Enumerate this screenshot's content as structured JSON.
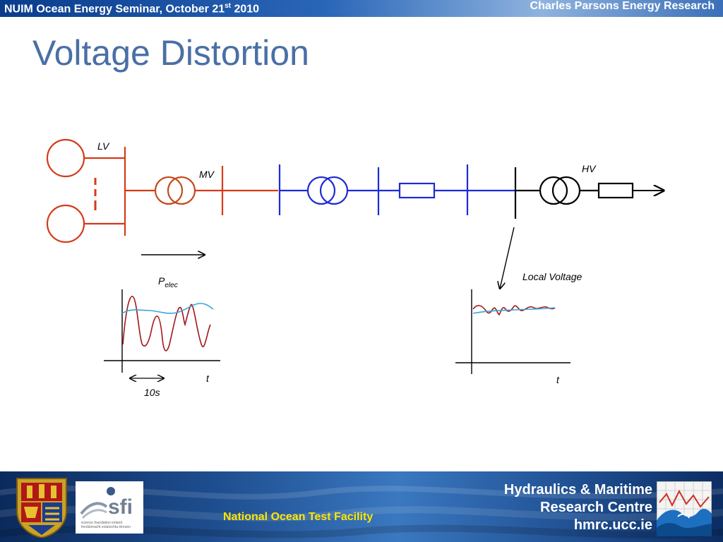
{
  "header": {
    "left_text": "NUIM Ocean Energy Seminar, October 21",
    "left_sup": "st",
    "left_year": " 2010",
    "right_text": "Charles Parsons Energy Research"
  },
  "slide": {
    "title": "Voltage Distortion"
  },
  "diagram": {
    "labels": {
      "lv": "LV",
      "mv": "MV",
      "hv": "HV",
      "p_elec_main": "P",
      "p_elec_sub": "elec",
      "local_voltage": "Local Voltage",
      "t_left": "t",
      "t_right": "t",
      "period": "10s"
    },
    "colors": {
      "lv_section": "#d43a1a",
      "mv_section": "#1c2bd6",
      "hv_section": "#000000",
      "trace_red": "#a01818",
      "trace_blue": "#3aa6d8"
    }
  },
  "footer": {
    "sfi_text": "sfi",
    "sfi_sub1": "science foundation ireland",
    "sfi_sub2": "fondúireacht eolaíochta éireann",
    "facility": "National Ocean Test Facility",
    "hmrc_line1": "Hydraulics & Maritime",
    "hmrc_line2": "Research Centre",
    "hmrc_line3": "hmrc.ucc.ie"
  }
}
